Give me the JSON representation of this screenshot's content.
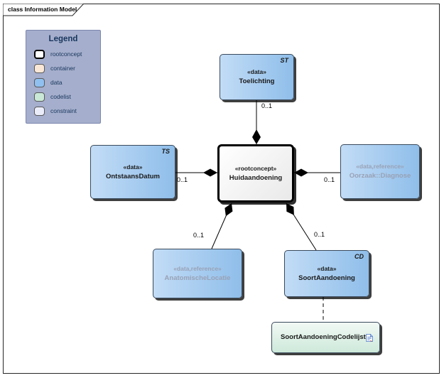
{
  "frame": {
    "title": "class Information Model"
  },
  "legend": {
    "title": "Legend",
    "items": [
      {
        "label": "rootconcept",
        "color": "#FFFFFF"
      },
      {
        "label": "container",
        "color": "#FAE7D5"
      },
      {
        "label": "data",
        "color": "#8FC0EF"
      },
      {
        "label": "codelist",
        "color": "#C9E8D6"
      },
      {
        "label": "constraint",
        "color": "#EAECF9"
      }
    ]
  },
  "nodes": {
    "toelichting": {
      "stereotype": "«data»",
      "name": "Toelichting",
      "type_code": "ST"
    },
    "huidaandoening": {
      "stereotype": "«rootconcept»",
      "name": "Huidaandoening"
    },
    "ontstaansdatum": {
      "stereotype": "«data»",
      "name": "OntstaansDatum",
      "type_code": "TS"
    },
    "oorzaak_diagnose": {
      "stereotype": "«data,reference»",
      "name": "Oorzaak::Diagnose"
    },
    "anatomische_locatie": {
      "stereotype": "«data,reference»",
      "name": "AnatomischeLocatie"
    },
    "soort_aandoening": {
      "stereotype": "«data»",
      "name": "SoortAandoening",
      "type_code": "CD"
    },
    "soort_aandoening_codelijst": {
      "name": "SoortAandoeningCodelijst"
    }
  },
  "connectors": [
    {
      "from": "Toelichting",
      "to": "Huidaandoening",
      "type": "composition",
      "multiplicity": "0..1"
    },
    {
      "from": "OntstaansDatum",
      "to": "Huidaandoening",
      "type": "composition",
      "multiplicity": "0..1"
    },
    {
      "from": "Oorzaak::Diagnose",
      "to": "Huidaandoening",
      "type": "composition",
      "multiplicity": "0..1"
    },
    {
      "from": "AnatomischeLocatie",
      "to": "Huidaandoening",
      "type": "composition",
      "multiplicity": "0..1"
    },
    {
      "from": "SoortAandoening",
      "to": "Huidaandoening",
      "type": "composition",
      "multiplicity": "0..1"
    },
    {
      "from": "SoortAandoening",
      "to": "SoortAandoeningCodelijst",
      "type": "dependency"
    }
  ],
  "colors": {
    "legend_background": "#A5AECC",
    "data_fill": "#8FC0EF",
    "codelist_fill": "#CDE9DA",
    "reference_text": "#99A2B6",
    "frame_border": "#262626",
    "shadow": "#3F3F3F"
  }
}
